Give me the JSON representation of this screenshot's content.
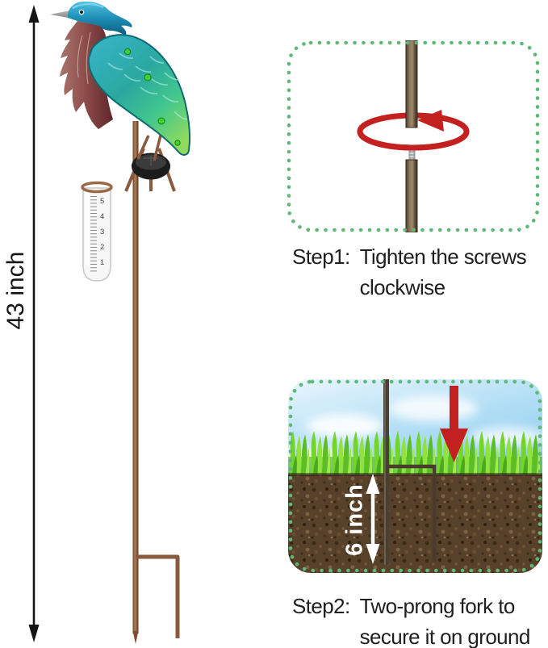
{
  "figure": {
    "height_label": "43 inch",
    "rain_gauge_scale": [
      "5",
      "4",
      "3",
      "2",
      "1"
    ]
  },
  "steps": [
    {
      "prefix": "Step1:",
      "line1": "Tighten the screws",
      "line2": "clockwise"
    },
    {
      "prefix": "Step2:",
      "line1": "Two-prong fork to",
      "line2": "secure it on ground",
      "depth_label": "6 inch"
    }
  ],
  "colors": {
    "frame_dots": "#5eb878",
    "arrow_red": "#c32020",
    "text": "#1f1f1f"
  }
}
